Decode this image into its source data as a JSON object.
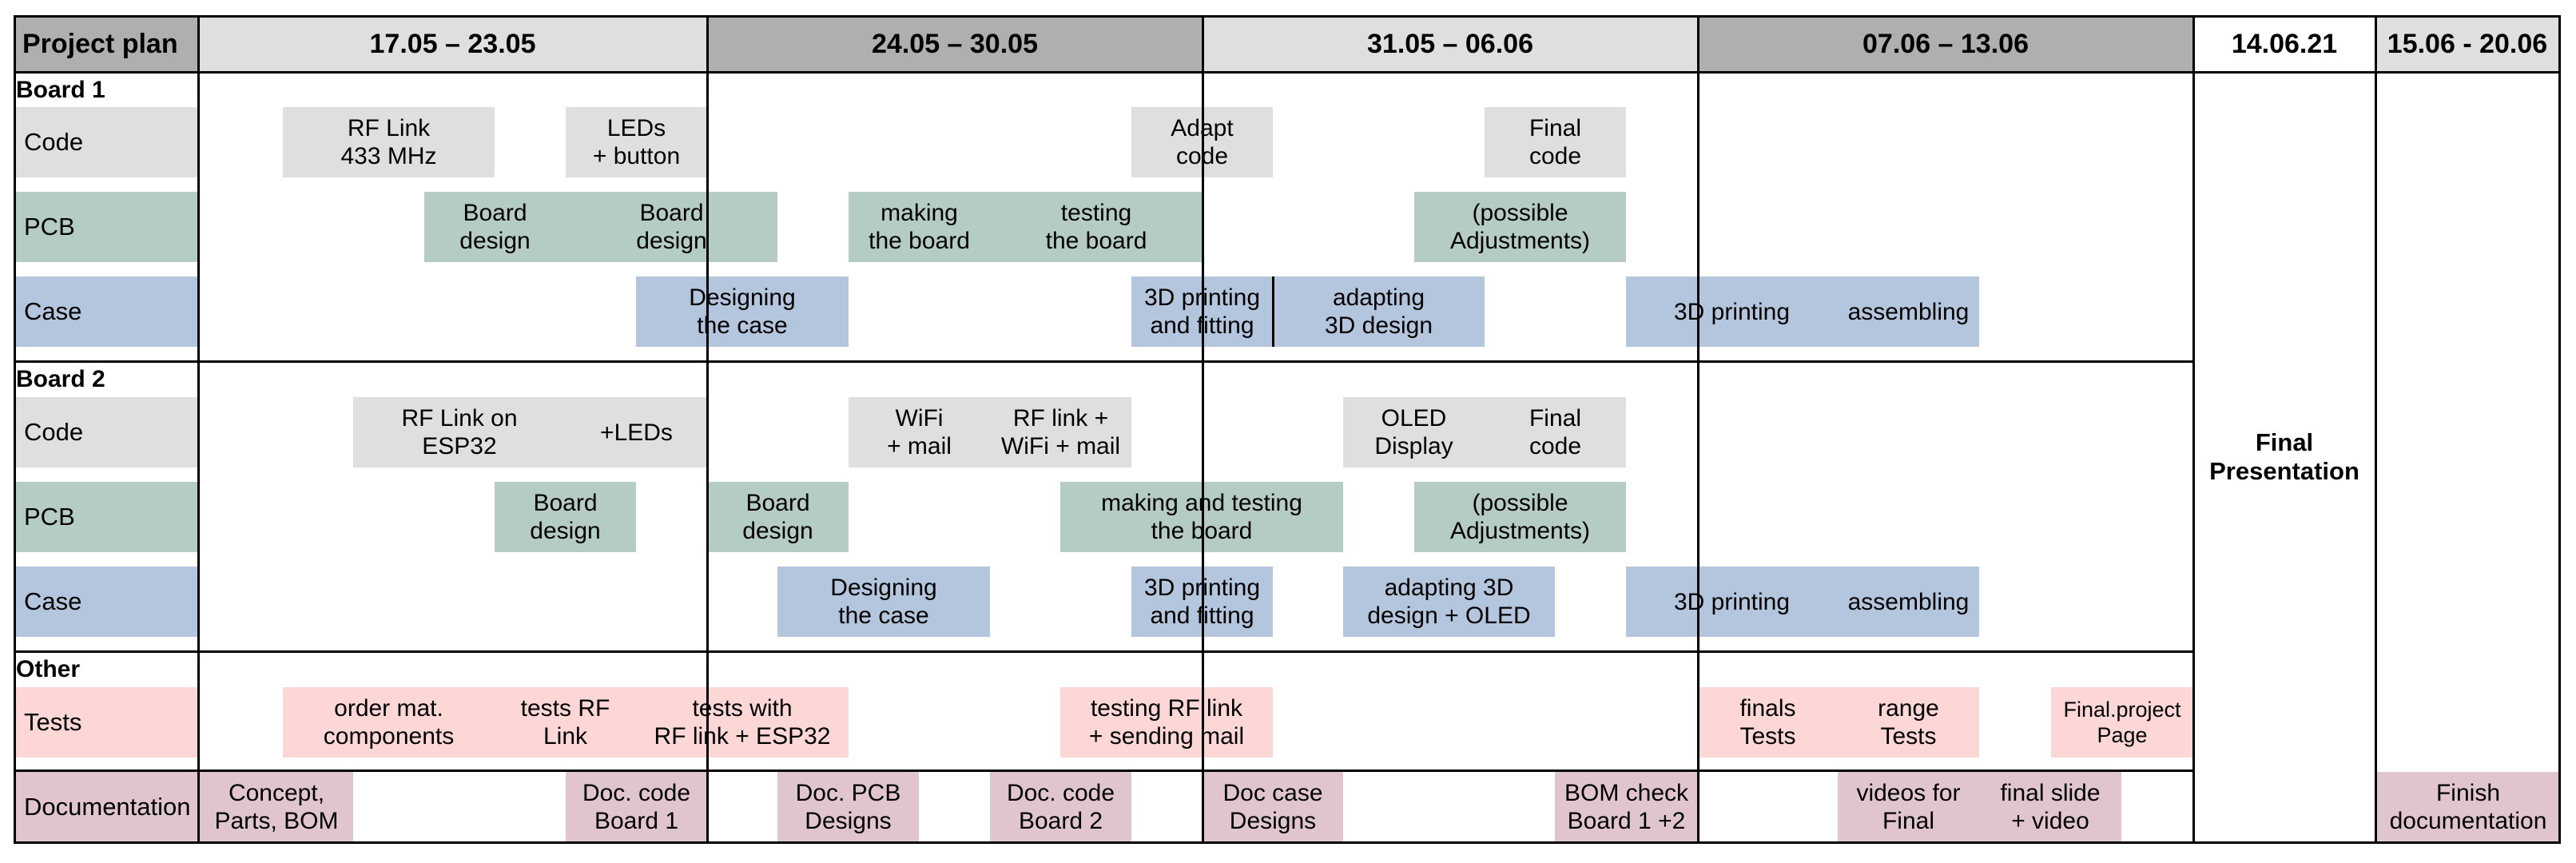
{
  "colors": {
    "header_light": "#dfdfdf",
    "header_dark": "#afafaf",
    "code": "#dfdfdf",
    "pcb": "#b5cbc6",
    "case": "#b4c5de",
    "tests": "#fdd6d6",
    "documentation": "#e1c5ce"
  },
  "header": {
    "title": "Project plan",
    "weeks": [
      "17.05 – 23.05",
      "24.05 – 30.05",
      "31.05 – 06.06",
      "07.06 – 13.06",
      "14.06.21",
      "15.06 - 20.06"
    ]
  },
  "sections": {
    "board1": "Board 1",
    "board2": "Board 2",
    "other": "Other"
  },
  "rows": {
    "b1_code": "Code",
    "b1_pcb": "PCB",
    "b1_case": "Case",
    "b2_code": "Code",
    "b2_pcb": "PCB",
    "b2_case": "Case",
    "tests": "Tests",
    "documentation": "Documentation"
  },
  "final_presentation": "Final\nPresentation",
  "tasks": [
    {
      "text": "RF  Link\n433 MHz",
      "kind": "code"
    },
    {
      "text": "LEDs\n+ button",
      "kind": "code"
    },
    {
      "text": "Adapt\ncode",
      "kind": "code"
    },
    {
      "text": "Final\ncode",
      "kind": "code"
    },
    {
      "text": "Board\ndesign",
      "kind": "pcb"
    },
    {
      "text": "Board\ndesign",
      "kind": "pcb"
    },
    {
      "text": "making\nthe board",
      "kind": "pcb"
    },
    {
      "text": "testing\nthe board",
      "kind": "pcb"
    },
    {
      "text": "(possible\nAdjustments)",
      "kind": "pcb"
    },
    {
      "text": "Designing\nthe case",
      "kind": "case"
    },
    {
      "text": "3D printing\nand fitting",
      "kind": "case"
    },
    {
      "text": "adapting\n3D design",
      "kind": "case"
    },
    {
      "text": "3D printing",
      "kind": "case"
    },
    {
      "text": "assembling",
      "kind": "case"
    },
    {
      "text": "RF Link on\nESP32",
      "kind": "code"
    },
    {
      "text": "+LEDs",
      "kind": "code"
    },
    {
      "text": "WiFi\n+ mail",
      "kind": "code"
    },
    {
      "text": "RF link +\nWiFi + mail",
      "kind": "code"
    },
    {
      "text": "OLED\nDisplay",
      "kind": "code"
    },
    {
      "text": "Final\ncode",
      "kind": "code"
    },
    {
      "text": "Board\ndesign",
      "kind": "pcb"
    },
    {
      "text": "Board\ndesign",
      "kind": "pcb"
    },
    {
      "text": "making and testing\nthe board",
      "kind": "pcb"
    },
    {
      "text": "(possible\nAdjustments)",
      "kind": "pcb"
    },
    {
      "text": "Designing\nthe case",
      "kind": "case"
    },
    {
      "text": "3D printing\nand fitting",
      "kind": "case"
    },
    {
      "text": "adapting 3D\ndesign + OLED",
      "kind": "case"
    },
    {
      "text": "3D printing",
      "kind": "case"
    },
    {
      "text": "assembling",
      "kind": "case"
    },
    {
      "text": "order mat.\ncomponents",
      "kind": "tests"
    },
    {
      "text": "tests RF\nLink",
      "kind": "tests"
    },
    {
      "text": "tests with\nRF link + ESP32",
      "kind": "tests"
    },
    {
      "text": "testing RF link\n+ sending mail",
      "kind": "tests"
    },
    {
      "text": "finals\nTests",
      "kind": "tests"
    },
    {
      "text": "range\nTests",
      "kind": "tests"
    },
    {
      "text": "Final.project\nPage",
      "kind": "tests"
    },
    {
      "text": "Concept,\nParts, BOM",
      "kind": "documentation"
    },
    {
      "text": "Doc. code\nBoard 1",
      "kind": "documentation"
    },
    {
      "text": "Doc. PCB\nDesigns",
      "kind": "documentation"
    },
    {
      "text": "Doc. code\nBoard 2",
      "kind": "documentation"
    },
    {
      "text": "Doc case\nDesigns",
      "kind": "documentation"
    },
    {
      "text": "BOM check\nBoard 1 +2",
      "kind": "documentation"
    },
    {
      "text": "videos for\nFinal",
      "kind": "documentation"
    },
    {
      "text": "final slide\n+ video",
      "kind": "documentation"
    },
    {
      "text": "Finish\ndocumentation",
      "kind": "documentation"
    }
  ]
}
